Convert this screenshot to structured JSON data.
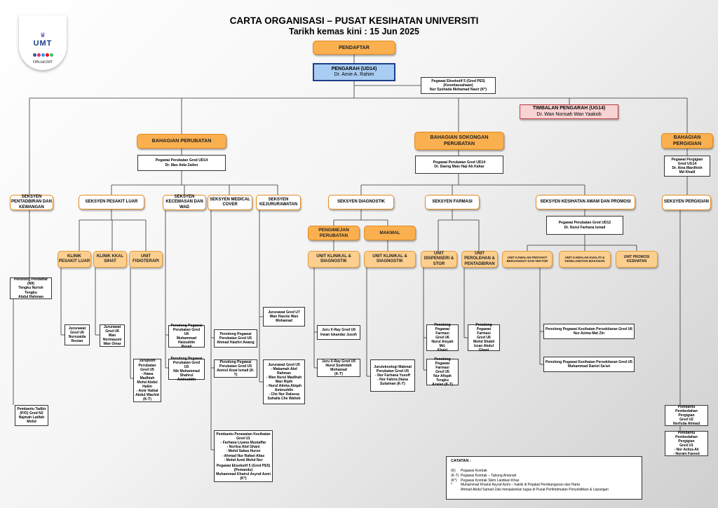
{
  "header": {
    "title": "CARTA ORGANISASI – PUSAT KESIHATAN UNIVERSITI",
    "subtitle": "Tarikh kemas kini : 15 Jun 2025"
  },
  "logo": {
    "text": "UMT",
    "caption": "OfficialUMT"
  },
  "colors": {
    "orange": "#fbb04f",
    "light_orange": "#fccf8f",
    "blue": "#a9cdf2",
    "pink": "#f8d3d3"
  },
  "top": {
    "pendaftar": "PENDAFTAR",
    "pengarah_title": "PENGARAH (UD14)",
    "pengarah_name": "Dr. Amie A. Rahim",
    "eksekutif": [
      "Pegawai Eksekutif 5 (Gred PE5)",
      "(Kesetiausahaan)",
      "Nur Syuhada Mohamad Nasir (K*)"
    ],
    "timbalan_title": "TIMBALAN PENGARAH (UG14)",
    "timbalan_name": "Dr. Wan Norisah Wan Yaakob"
  },
  "bahagian": {
    "perubatan": "BAHAGIAN PERUBATAN",
    "sokongan": "BAHAGIAN SOKONGAN PERUBATAN",
    "pergigian": "BAHAGIAN PERGIGIAN"
  },
  "heads": {
    "perubatan": [
      "Pegawai Perubatan Gred UD14",
      "Dr. Mas Aida Zailon"
    ],
    "sokongan": [
      "Pegawai Perubatan Gred UD14",
      "Dr. Daeng Mais Haji Ab Kahar"
    ],
    "pergigian": [
      "Pegawai Pergigian",
      "Gred UG14",
      "Dr. Aina Mardhish",
      "Md Khalil"
    ]
  },
  "seksyen": {
    "pentadbiran": "SEKSYEN PENTADBIRAN DAN KEWANGAN",
    "pesakit_luar": "SEKSYEN PESAKIT LUAR",
    "kecemasan": "SEKSYEN KECEMASAN DAN WAD",
    "medical_cover": "SEKSYEN MEDICAL COVER",
    "kejururawatan": "SEKSYEN KEJURURAWATAN",
    "diagnostik": "SEKSYEN DIAGNOSTIK",
    "farmasi": "SEKSYEN FARMASI",
    "awam": "SEKSYEN KESIHATAN AWAM DAN PROMOSI",
    "pergigian": "SEKSYEN PERGIGIAN"
  },
  "sub": {
    "pengimejan": "PENGIMEJAN PERUBATAN",
    "makmal": "MAKMAL",
    "awam_head": [
      "Pegawai Perubatan Gred UD12",
      "Dr. Nurul Farhana Ismail"
    ]
  },
  "units": {
    "klinik_luar": "KLINIK PESAKIT LUAR",
    "klinik_sihat": "KLINIK KKAL SIHAT",
    "fisioterapi": "UNIT FISIOTERAPI",
    "klinikal_1": "UNIT KLINIKAL & DIAGNOSTIK",
    "klinikal_2": "UNIT KLINIKAL & DIAGNOSTIK",
    "dispenseri": "UNIT DISPENSERI & STOR",
    "perolehan": "UNIT PEROLEHAN & PENTADBIRAN",
    "kawalan_penyakit": "UNIT KAWALAN PENYAKIT BERJANGKIT DAN VEKTOR",
    "kawalan_kualiti": "UNIT KAWALAN KUALITI & KESELAMATAN MAKANAN",
    "promosi": "UNIT PROMOSI KESIHATAN"
  },
  "staff": {
    "pendaftar_pen": [
      "Penolong Pendaftar",
      "(N9)",
      "Tengku Nurish Tengku",
      "Abdul Rahman"
    ],
    "pembantu_tadbir": [
      "Pembantu Tadbir",
      "(P/O) Gred N2",
      "Najmah Latifah",
      "Mohd"
    ],
    "jururawat_u6_a": [
      "Jururawat",
      "Gred U6",
      "Nurozaida",
      "Rosian"
    ],
    "jururawat_u6_b": [
      "Jururawat",
      "Gred U6",
      "Wan Normayuni",
      "Wan Omar"
    ],
    "jurupulih": [
      "Jurupulih",
      "Perubatan",
      "Gred U5",
      "- Hawa Madhiah",
      "Mohd Abdul",
      "Halim",
      "- Amir Haikal",
      "Abdul Wachid",
      "(K-T)"
    ],
    "kecemasan_1": [
      "Penolong Pegawai",
      "Perubatan Gred U6",
      "Muhammad Haizuddin",
      "Razali"
    ],
    "kecemasan_2": [
      "Penolong Pegawai",
      "Perubatan Gred U5",
      "Nik Muhammad Shahrul",
      "Aminuddin"
    ],
    "medcover_1": [
      "Penolong Pegawai",
      "Perubatan Gred U6",
      "Ahmad Haizhri Awang"
    ],
    "medcover_2": [
      "Penolong Pegawai",
      "Perubatan Gred U5",
      "Amirul Aizat Ismail (K-T)"
    ],
    "kejururawatan_u7": [
      "Jururawat Gred U7",
      "Wan Hasnie Wan",
      "Mohamad"
    ],
    "kejururawatan_u5": [
      "Jururawat Gred U5",
      "- Makamah Abd",
      "Rahman",
      "- Wan Nurul Madihah",
      "Wan Ripih",
      "- Nurul Atieka Atiqah",
      "Aminuddin",
      "- Che Nur Daleesa",
      "Suhaila Che Waheb"
    ],
    "pembantu_perawatan": [
      "Pembantu Perawatan Kesihatan",
      "Gred U1",
      "- Farhana Liyana Mustaffar",
      "- Norliza Abd Ghani",
      "- Mohd Salwa Huron",
      "- Ahmad Nur Rafaei Alias",
      "- Mohd Azmi Mohd Nor"
    ],
    "pembantu_eksekutif": [
      "Pegawai Eksekutif 5 (Gred PE5)",
      "(Pemandu)",
      "Muhammad Khairul Asyraf Azmi (K*)"
    ],
    "xray_u6": [
      "Juru X-Ray Gred U6",
      "Irwan Iskandar Jusoh"
    ],
    "xray_u5": [
      "Juru X-Ray Gred U5",
      "Nurul Syahidah Mohamad",
      "(K-T)"
    ],
    "makmal": [
      "Juruteknologi Makmal",
      "Perubatan Gred U5",
      "- Nur Farhana Yusoff",
      "- Nor Fahira Diana",
      "Sulaiman (K-T)"
    ],
    "farmasi_u6": [
      "Penolong",
      "Pegawai Farmasi",
      "Gred U6",
      "Nurul Aisyah Md.",
      "Khairi"
    ],
    "farmasi_u5": [
      "Penolong",
      "Pegawai Farmasi",
      "Gred U5",
      "Nur Afiqah Tengku",
      "Azalan (K-T)"
    ],
    "farmasi_perolehan": [
      "Penolong",
      "Pegawai Farmasi",
      "Gred U6",
      "Mohd Shabil",
      "Izzan Abdul Ghani"
    ],
    "awam_u6": [
      "Penolong Pegawai Kesihatan Persekitaran Gred U6",
      "Nur Azima Mat Zin"
    ],
    "awam_u5": [
      "Penolong Pegawai Kesihatan Persekitaran Gred U5",
      "Muhammad Daniel Sa'ari"
    ],
    "gigi_u2": [
      "Pembantu",
      "Pembedahan Pergigian",
      "Gred U2",
      "Norfuda Ahmad"
    ],
    "gigi_u1": [
      "Pembantu",
      "Pembedahan Pergigian",
      "Gred U1",
      "- Nor Azliza Ali",
      "- Nurain Fareed"
    ]
  },
  "notes": {
    "title": "CATATAN :",
    "items": [
      {
        "k": "(K)",
        "v": "Pegawai Kontrak"
      },
      {
        "k": "(K-T)",
        "v": "Pegawai Kontrak – Tabung Amanah"
      },
      {
        "k": "(K*)",
        "v": "Pegawai Kontrak Skim Lantikan Khas"
      },
      {
        "k": "*",
        "v": "Muhammad Khairul Asyraf Azmi – hakiki di Pejabat Pembangunan dan Harta"
      },
      {
        "k": "",
        "v": "Ahmad Abdul Samad Zaki menjalankan tugas di Pusat Perkhidmatan Penyelidikan & Lepangan"
      }
    ]
  }
}
